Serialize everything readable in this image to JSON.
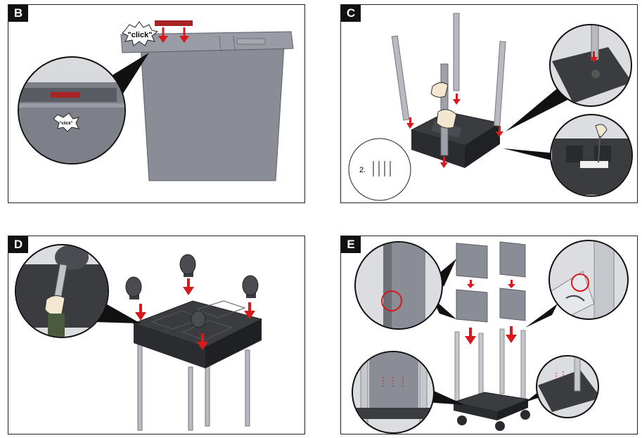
{
  "panels": {
    "b": {
      "label": "B",
      "callout": "\"click\"",
      "zoom_callout": "\"click\""
    },
    "c": {
      "label": "C",
      "parts_count": "2."
    },
    "d": {
      "label": "D"
    },
    "e": {
      "label": "E"
    }
  },
  "colors": {
    "arrow": "#d7191c",
    "bin": "#8a8c96",
    "frame": "#3a3c40",
    "pole": "#b7bac0"
  }
}
